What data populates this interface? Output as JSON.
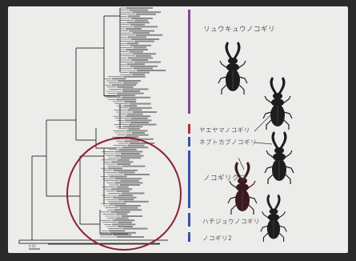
{
  "colors": {
    "frame": "#2a2a2a",
    "board": "#ececea",
    "tree": "#3a3a3a",
    "bar_purple": "#7a4a92",
    "bar_red": "#b03038",
    "bar_blue": "#3a50a8",
    "circle": "#8e1e32",
    "beetle": "#1b1e1c"
  },
  "groups": [
    {
      "label": "リュウキュウノコギリ",
      "color_key": "bar_purple"
    },
    {
      "label": "ヤエヤマノコギリ",
      "color_key": "bar_red"
    },
    {
      "label": "ネブトカブノコギリ",
      "color_key": "bar_blue"
    },
    {
      "label": "ノコギリクワ",
      "color_key": "bar_blue"
    },
    {
      "label": "ハチジョウノコギリ",
      "color_key": "bar_blue"
    },
    {
      "label": "ノコギリ2",
      "color_key": "bar_blue"
    }
  ],
  "scale_label": "0.05",
  "icons": [
    "stag-beetle-icon"
  ]
}
